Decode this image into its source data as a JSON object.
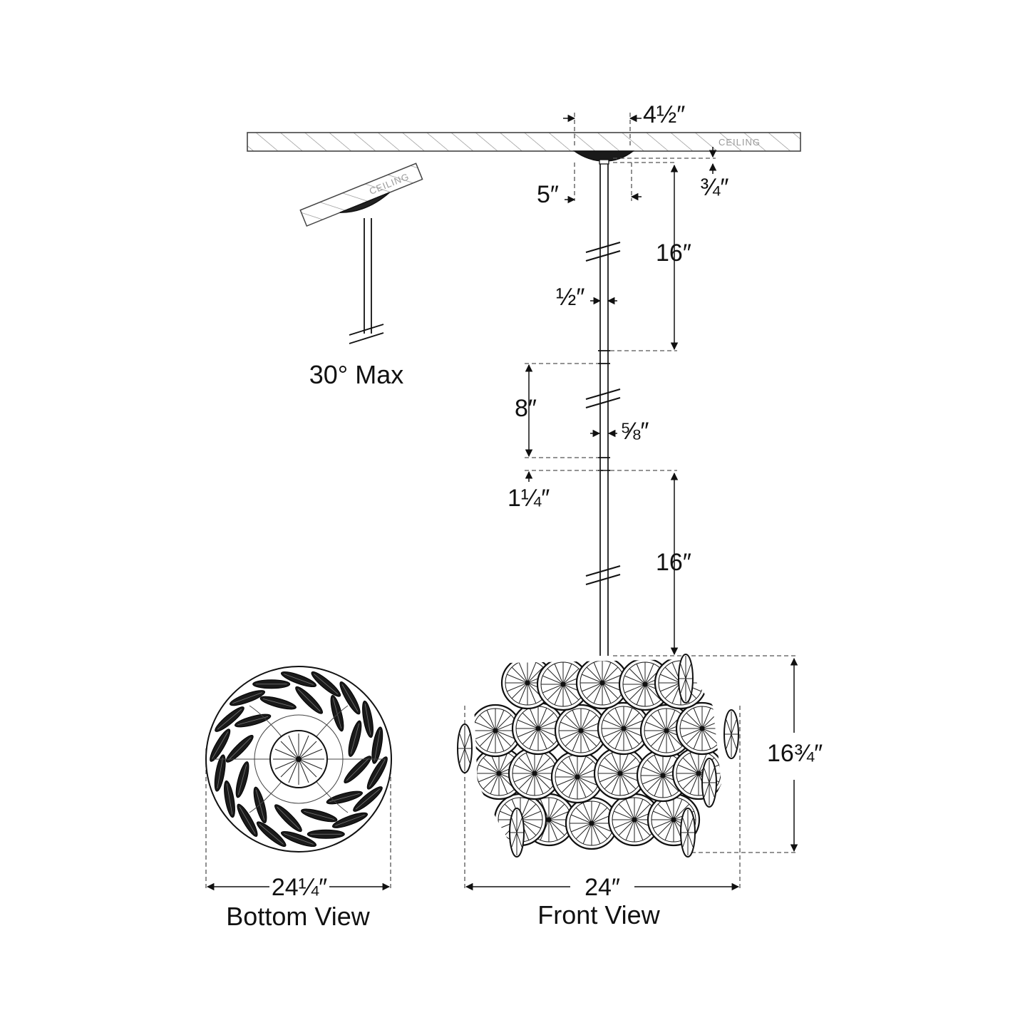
{
  "ceiling_label": "CEILING",
  "slope": {
    "label": "30° Max"
  },
  "dimensions": {
    "canopy_width": "4½″",
    "canopy_offset": "5″",
    "canopy_height": "¾″",
    "rod_top_length": "16″",
    "rod_top_diameter": "½″",
    "rod_mid_length": "8″",
    "rod_mid_diameter": "⅝″",
    "coupler": "1¼″",
    "rod_bottom_length": "16″",
    "fixture_height": "16¾″",
    "front_width": "24″",
    "bottom_diameter": "24¼″"
  },
  "views": {
    "bottom": "Bottom View",
    "front": "Front View"
  },
  "colors": {
    "line": "#111111",
    "dash": "#555555",
    "hatch": "#888888"
  }
}
